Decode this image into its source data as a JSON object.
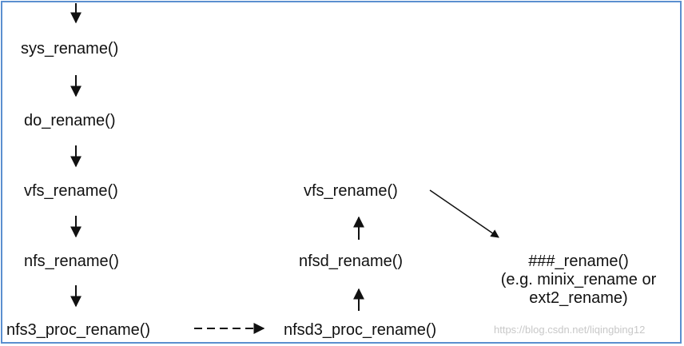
{
  "diagram": {
    "left_column": [
      "sys_rename()",
      "do_rename()",
      "vfs_rename()",
      "nfs_rename()",
      "nfs3_proc_rename()"
    ],
    "middle_column": [
      "vfs_rename()",
      "nfsd_rename()",
      "nfsd3_proc_rename()"
    ],
    "target": {
      "line1": "###_rename()",
      "line2": "(e.g. minix_rename or",
      "line3": "ext2_rename)"
    }
  },
  "watermark": "https://blog.csdn.net/liqingbing12",
  "colors": {
    "border": "#5b8fcf",
    "text": "#111111",
    "arrow": "#111111",
    "watermark": "#c8c8c8"
  }
}
